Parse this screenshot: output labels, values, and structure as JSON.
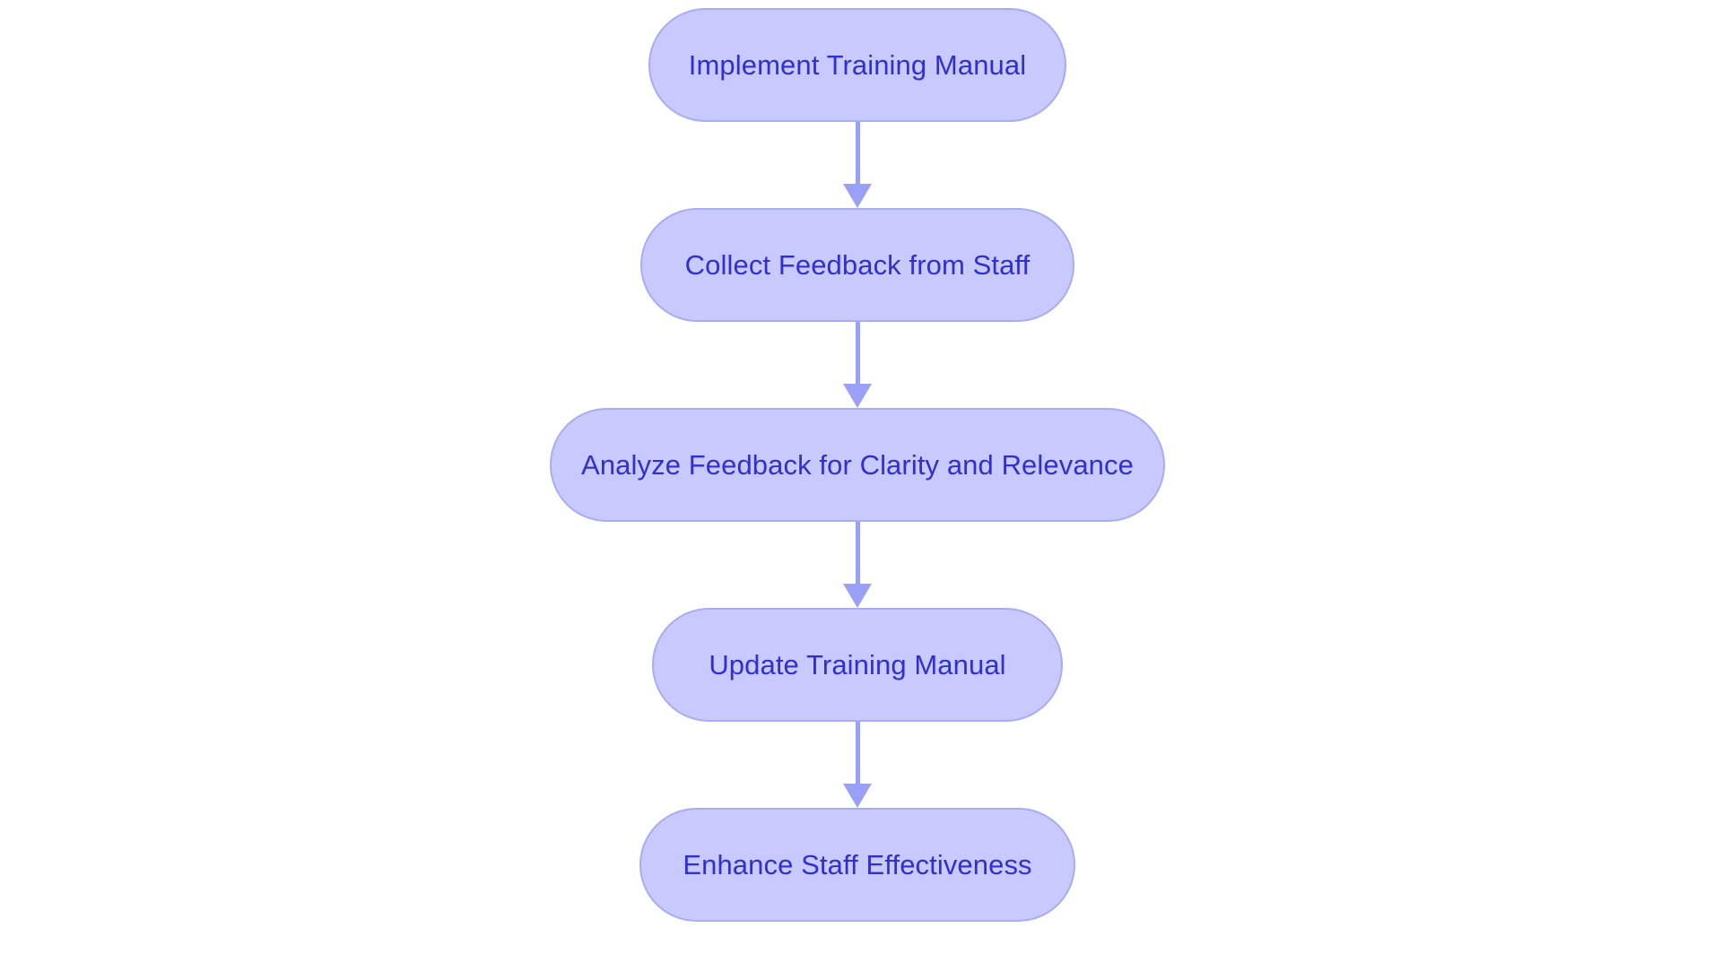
{
  "diagram": {
    "type": "flowchart",
    "orientation": "top-to-bottom",
    "title": "",
    "background_color": "#ffffff",
    "node_fill_color": "#c8caff",
    "node_border_color": "#a8acf2",
    "node_text_color": "#2f2fd4",
    "connector_color": "#9aa0f5",
    "node_shape": "stadium",
    "nodes": [
      {
        "id": "node-1",
        "label": "Implement Training Manual"
      },
      {
        "id": "node-2",
        "label": "Collect Feedback from Staff"
      },
      {
        "id": "node-3",
        "label": "Analyze Feedback for Clarity and Relevance"
      },
      {
        "id": "node-4",
        "label": "Update Training Manual"
      },
      {
        "id": "node-5",
        "label": "Enhance Staff Effectiveness"
      }
    ],
    "edges": [
      {
        "id": "edge-1",
        "from": "node-1",
        "to": "node-2",
        "label": "",
        "arrow": "down-arrow-icon"
      },
      {
        "id": "edge-2",
        "from": "node-2",
        "to": "node-3",
        "label": "",
        "arrow": "down-arrow-icon"
      },
      {
        "id": "edge-3",
        "from": "node-3",
        "to": "node-4",
        "label": "",
        "arrow": "down-arrow-icon"
      },
      {
        "id": "edge-4",
        "from": "node-4",
        "to": "node-5",
        "label": "",
        "arrow": "down-arrow-icon"
      }
    ]
  }
}
